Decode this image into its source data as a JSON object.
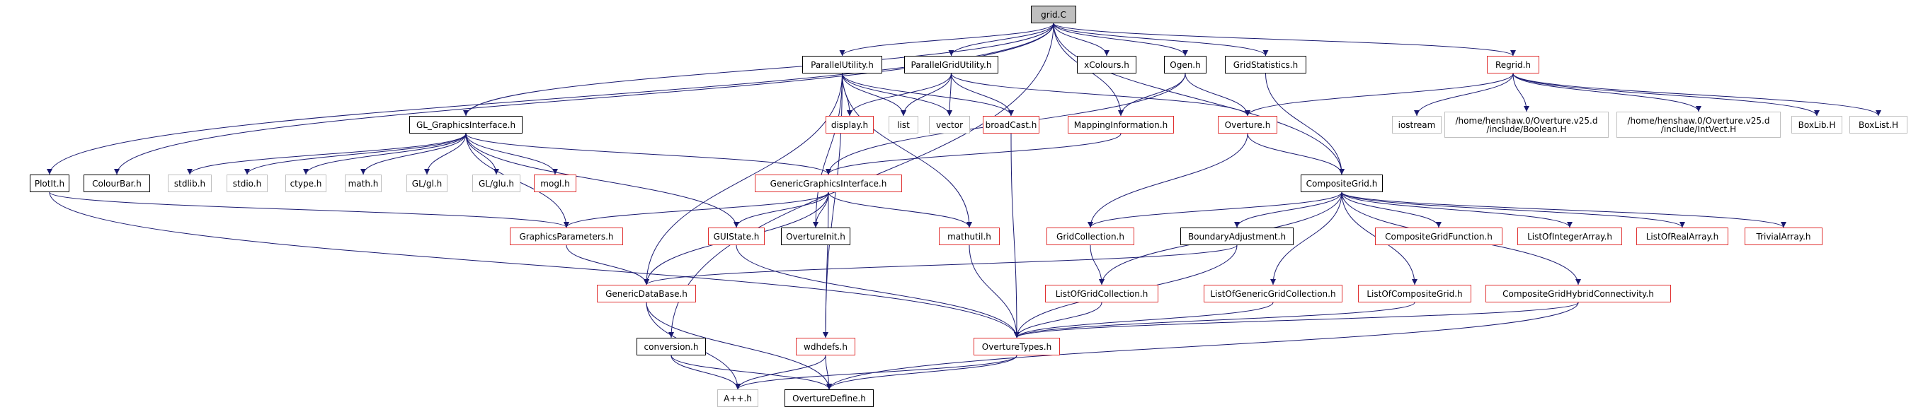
{
  "diagram": {
    "colors": {
      "edge": "#191970",
      "edge_gray": "#808080",
      "border_local": "#000000",
      "border_undocumented": "#e03030",
      "border_system": "#c0c0c0",
      "root_fill": "#bfbfbf"
    },
    "nodes": {
      "grid_c": {
        "label": "grid.C",
        "kind": "root"
      },
      "parallel_utility": {
        "label": "ParallelUtility.h",
        "kind": "local"
      },
      "parallel_grid_utility": {
        "label": "ParallelGridUtility.h",
        "kind": "local"
      },
      "xcolours": {
        "label": "xColours.h",
        "kind": "local"
      },
      "ogen": {
        "label": "Ogen.h",
        "kind": "local"
      },
      "grid_statistics": {
        "label": "GridStatistics.h",
        "kind": "local"
      },
      "regrid": {
        "label": "Regrid.h",
        "kind": "red"
      },
      "gl_graphics_interface": {
        "label": "GL_GraphicsInterface.h",
        "kind": "local"
      },
      "display": {
        "label": "display.h",
        "kind": "red"
      },
      "list": {
        "label": "list",
        "kind": "system"
      },
      "vector": {
        "label": "vector",
        "kind": "system"
      },
      "broadcast": {
        "label": "broadCast.h",
        "kind": "red"
      },
      "mapping_information": {
        "label": "MappingInformation.h",
        "kind": "red"
      },
      "overture": {
        "label": "Overture.h",
        "kind": "red"
      },
      "iostream": {
        "label": "iostream",
        "kind": "system"
      },
      "boolean_h": {
        "label": "/home/henshaw.0/Overture.v25.d\n/include/Boolean.H",
        "kind": "system"
      },
      "intvect_h": {
        "label": "/home/henshaw.0/Overture.v25.d\n/include/IntVect.H",
        "kind": "system"
      },
      "boxlib": {
        "label": "BoxLib.H",
        "kind": "system"
      },
      "boxlist": {
        "label": "BoxList.H",
        "kind": "system"
      },
      "plotit": {
        "label": "PlotIt.h",
        "kind": "local"
      },
      "colourbar": {
        "label": "ColourBar.h",
        "kind": "local"
      },
      "stdlib": {
        "label": "stdlib.h",
        "kind": "system"
      },
      "stdio": {
        "label": "stdio.h",
        "kind": "system"
      },
      "ctype": {
        "label": "ctype.h",
        "kind": "system"
      },
      "math": {
        "label": "math.h",
        "kind": "system"
      },
      "gl_gl": {
        "label": "GL/gl.h",
        "kind": "system"
      },
      "gl_glu": {
        "label": "GL/glu.h",
        "kind": "system"
      },
      "mogl": {
        "label": "mogl.h",
        "kind": "red"
      },
      "generic_graphics_interface": {
        "label": "GenericGraphicsInterface.h",
        "kind": "red"
      },
      "composite_grid": {
        "label": "CompositeGrid.h",
        "kind": "local"
      },
      "graphics_parameters": {
        "label": "GraphicsParameters.h",
        "kind": "red"
      },
      "gui_state": {
        "label": "GUIState.h",
        "kind": "red"
      },
      "overture_init": {
        "label": "OvertureInit.h",
        "kind": "local"
      },
      "mathutil": {
        "label": "mathutil.h",
        "kind": "red"
      },
      "grid_collection": {
        "label": "GridCollection.h",
        "kind": "red"
      },
      "boundary_adjustment": {
        "label": "BoundaryAdjustment.h",
        "kind": "local"
      },
      "composite_grid_function": {
        "label": "CompositeGridFunction.h",
        "kind": "red"
      },
      "list_of_integer_array": {
        "label": "ListOfIntegerArray.h",
        "kind": "red"
      },
      "list_of_real_array": {
        "label": "ListOfRealArray.h",
        "kind": "red"
      },
      "trivial_array": {
        "label": "TrivialArray.h",
        "kind": "red"
      },
      "generic_data_base": {
        "label": "GenericDataBase.h",
        "kind": "red"
      },
      "list_of_grid_collection": {
        "label": "ListOfGridCollection.h",
        "kind": "red"
      },
      "list_of_generic_grid_collection": {
        "label": "ListOfGenericGridCollection.h",
        "kind": "red"
      },
      "list_of_composite_grid": {
        "label": "ListOfCompositeGrid.h",
        "kind": "red"
      },
      "composite_grid_hybrid_connectivity": {
        "label": "CompositeGridHybridConnectivity.h",
        "kind": "red"
      },
      "conversion": {
        "label": "conversion.h",
        "kind": "local"
      },
      "wdhdefs": {
        "label": "wdhdefs.h",
        "kind": "red"
      },
      "overture_types": {
        "label": "OvertureTypes.h",
        "kind": "red"
      },
      "aplusplus": {
        "label": "A++.h",
        "kind": "system"
      },
      "overture_define": {
        "label": "OvertureDefine.h",
        "kind": "local"
      }
    },
    "edges": [
      [
        "grid_c",
        "parallel_utility"
      ],
      [
        "grid_c",
        "parallel_grid_utility"
      ],
      [
        "grid_c",
        "xcolours"
      ],
      [
        "grid_c",
        "ogen"
      ],
      [
        "grid_c",
        "grid_statistics"
      ],
      [
        "grid_c",
        "regrid"
      ],
      [
        "grid_c",
        "gl_graphics_interface"
      ],
      [
        "grid_c",
        "mapping_information"
      ],
      [
        "grid_c",
        "plotit"
      ],
      [
        "grid_c",
        "colourbar"
      ],
      [
        "grid_c",
        "conversion"
      ],
      [
        "grid_c",
        "composite_grid"
      ],
      [
        "parallel_utility",
        "display"
      ],
      [
        "parallel_utility",
        "list"
      ],
      [
        "parallel_utility",
        "vector"
      ],
      [
        "parallel_utility",
        "broadcast"
      ],
      [
        "parallel_utility",
        "generic_data_base"
      ],
      [
        "parallel_utility",
        "overture_init"
      ],
      [
        "parallel_utility",
        "wdhdefs"
      ],
      [
        "parallel_utility",
        "mathutil"
      ],
      [
        "parallel_grid_utility",
        "display"
      ],
      [
        "parallel_grid_utility",
        "list"
      ],
      [
        "parallel_grid_utility",
        "vector"
      ],
      [
        "parallel_grid_utility",
        "broadcast"
      ],
      [
        "parallel_grid_utility",
        "overture"
      ],
      [
        "ogen",
        "mapping_information"
      ],
      [
        "ogen",
        "overture"
      ],
      [
        "ogen",
        "generic_graphics_interface"
      ],
      [
        "grid_statistics",
        "composite_grid"
      ],
      [
        "regrid",
        "overture"
      ],
      [
        "regrid",
        "iostream"
      ],
      [
        "regrid",
        "boolean_h"
      ],
      [
        "regrid",
        "intvect_h"
      ],
      [
        "regrid",
        "boxlib"
      ],
      [
        "regrid",
        "boxlist"
      ],
      [
        "gl_graphics_interface",
        "stdlib"
      ],
      [
        "gl_graphics_interface",
        "stdio"
      ],
      [
        "gl_graphics_interface",
        "ctype"
      ],
      [
        "gl_graphics_interface",
        "math"
      ],
      [
        "gl_graphics_interface",
        "gl_gl"
      ],
      [
        "gl_graphics_interface",
        "gl_glu"
      ],
      [
        "gl_graphics_interface",
        "mogl"
      ],
      [
        "gl_graphics_interface",
        "generic_graphics_interface"
      ],
      [
        "gl_graphics_interface",
        "graphics_parameters"
      ],
      [
        "gl_graphics_interface",
        "gui_state"
      ],
      [
        "broadcast",
        "overture_types"
      ],
      [
        "mapping_information",
        "generic_graphics_interface"
      ],
      [
        "overture",
        "composite_grid"
      ],
      [
        "overture",
        "grid_collection"
      ],
      [
        "plotit",
        "graphics_parameters"
      ],
      [
        "plotit",
        "overture_types"
      ],
      [
        "generic_graphics_interface",
        "graphics_parameters"
      ],
      [
        "generic_graphics_interface",
        "gui_state"
      ],
      [
        "generic_graphics_interface",
        "overture_init"
      ],
      [
        "generic_graphics_interface",
        "mathutil"
      ],
      [
        "generic_graphics_interface",
        "generic_data_base"
      ],
      [
        "generic_graphics_interface",
        "wdhdefs"
      ],
      [
        "composite_grid",
        "grid_collection"
      ],
      [
        "composite_grid",
        "boundary_adjustment"
      ],
      [
        "composite_grid",
        "composite_grid_function"
      ],
      [
        "composite_grid",
        "list_of_integer_array"
      ],
      [
        "composite_grid",
        "list_of_real_array"
      ],
      [
        "composite_grid",
        "trivial_array"
      ],
      [
        "composite_grid",
        "list_of_grid_collection"
      ],
      [
        "composite_grid",
        "list_of_generic_grid_collection"
      ],
      [
        "composite_grid",
        "list_of_composite_grid"
      ],
      [
        "composite_grid",
        "composite_grid_hybrid_connectivity"
      ],
      [
        "graphics_parameters",
        "generic_data_base"
      ],
      [
        "gui_state",
        "overture_types"
      ],
      [
        "mathutil",
        "overture_types"
      ],
      [
        "grid_collection",
        "list_of_grid_collection"
      ],
      [
        "boundary_adjustment",
        "generic_data_base"
      ],
      [
        "boundary_adjustment",
        "overture_types"
      ],
      [
        "generic_data_base",
        "aplusplus"
      ],
      [
        "generic_data_base",
        "overture_define"
      ],
      [
        "list_of_grid_collection",
        "overture_types"
      ],
      [
        "list_of_generic_grid_collection",
        "overture_types"
      ],
      [
        "list_of_composite_grid",
        "overture_types"
      ],
      [
        "composite_grid_hybrid_connectivity",
        "overture_types"
      ],
      [
        "composite_grid_hybrid_connectivity",
        "overture_define"
      ],
      [
        "conversion",
        "aplusplus"
      ],
      [
        "conversion",
        "overture_define"
      ],
      [
        "wdhdefs",
        "aplusplus"
      ],
      [
        "wdhdefs",
        "overture_define"
      ],
      [
        "overture_types",
        "aplusplus"
      ],
      [
        "overture_types",
        "overture_define"
      ]
    ]
  }
}
